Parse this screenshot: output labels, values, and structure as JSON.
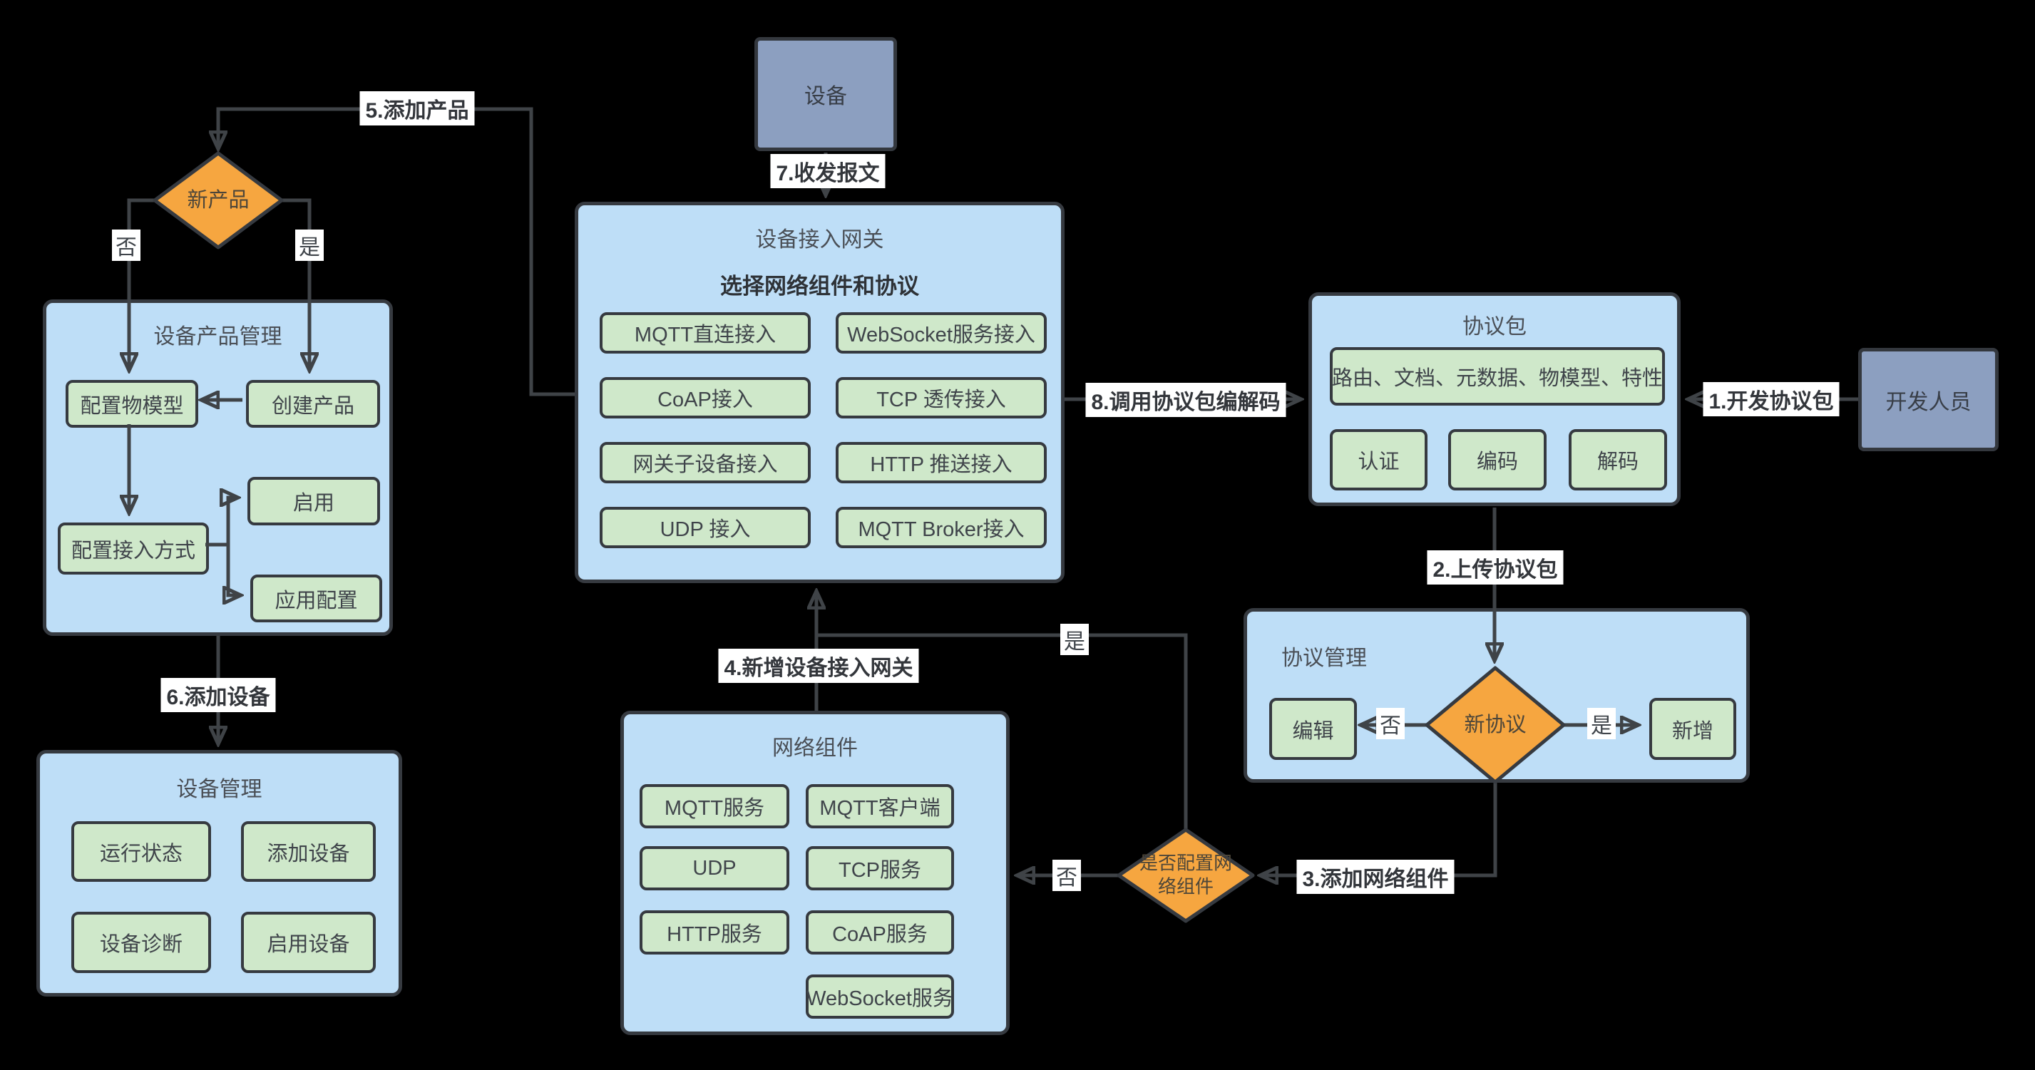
{
  "palette": {
    "background": "#000000",
    "container_fill": "#bedef7",
    "node_fill": "#cfe8ca",
    "actor_fill": "#8c9fc0",
    "decision_fill": "#f6a640",
    "border": "#363a40",
    "line": "#3f4347",
    "label_bg": "#ffffff"
  },
  "actors": {
    "device": "设备",
    "developer": "开发人员"
  },
  "gateway": {
    "title": "设备接入网关",
    "subtitle": "选择网络组件和协议",
    "buttons": [
      "MQTT直连接入",
      "WebSocket服务接入",
      "CoAP接入",
      "TCP 透传接入",
      "网关子设备接入",
      "HTTP 推送接入",
      "UDP 接入",
      "MQTT Broker接入"
    ]
  },
  "product_mgmt": {
    "title": "设备产品管理",
    "config_model": "配置物模型",
    "create_product": "创建产品",
    "enable": "启用",
    "config_access": "配置接入方式",
    "app_config": "应用配置"
  },
  "device_mgmt": {
    "title": "设备管理",
    "buttons": [
      "运行状态",
      "添加设备",
      "设备诊断",
      "启用设备"
    ]
  },
  "protocol_pkg": {
    "title": "协议包",
    "features": "路由、文档、元数据、物模型、特性",
    "auth": "认证",
    "encode": "编码",
    "decode": "解码"
  },
  "protocol_mgmt": {
    "title": "协议管理",
    "edit": "编辑",
    "add": "新增"
  },
  "network_comp": {
    "title": "网络组件",
    "buttons": [
      "MQTT服务",
      "MQTT客户端",
      "UDP",
      "TCP服务",
      "HTTP服务",
      "CoAP服务",
      "WebSocket服务"
    ]
  },
  "decisions": {
    "new_product": "新产品",
    "new_protocol": "新协议",
    "config_network_l1": "是否配置网",
    "config_network_l2": "络组件"
  },
  "edge_labels": {
    "e1": "1.开发协议包",
    "e2": "2.上传协议包",
    "e3": "3.添加网络组件",
    "e4": "4.新增设备接入网关",
    "e5": "5.添加产品",
    "e6": "6.添加设备",
    "e7": "7.收发报文",
    "e8": "8.调用协议包编解码",
    "yes": "是",
    "no": "否"
  }
}
